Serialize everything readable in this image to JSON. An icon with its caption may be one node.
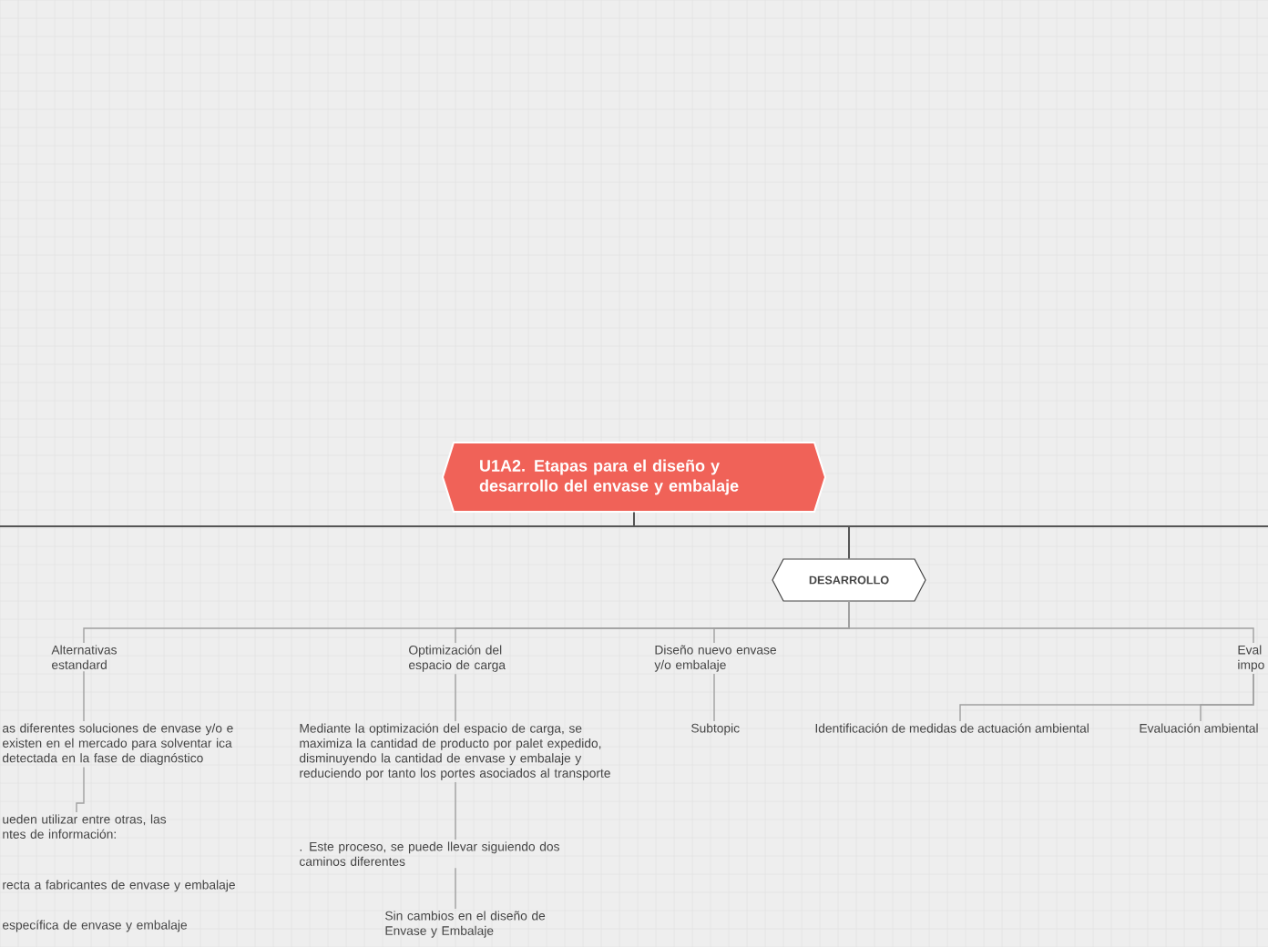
{
  "diagram": {
    "nodes": [
      {
        "text": [
          "U1A2. Etapas para el diseño y desarrollo del envase y embalaje"
        ]
      },
      {
        "text": [
          "DESARROLLO"
        ]
      },
      {
        "text": [
          "Alternativas estandard"
        ]
      },
      {
        "text": [
          "Optimización del espacio de carga"
        ]
      },
      {
        "text": [
          "Diseño nuevo envase y/o embalaje"
        ]
      },
      {
        "text": [
          "Eval impo"
        ]
      },
      {
        "text": [
          "as diferentes soluciones de envase y/o e existen en el mercado para solventar ica detectada en la fase de diagnóstico"
        ]
      },
      {
        "text": [
          "ueden utilizar entre otras, las ntes de información:"
        ]
      },
      {
        "text": [
          "recta a fabricantes de envase y embalaje"
        ]
      },
      {
        "text": [
          "específica de envase y embalaje"
        ]
      },
      {
        "text": [
          "Mediante la optimización del espacio de carga, se maximiza la cantidad de producto por palet expedido, disminuyendo la cantidad de envase y embalaje y reduciendo por tanto los portes asociados al transporte"
        ]
      },
      {
        "text": [
          ". Este proceso, se puede llevar siguiendo dos caminos diferentes"
        ]
      },
      {
        "text": [
          "Sin cambios en el diseño de Envase y Embalaje"
        ]
      },
      {
        "text": [
          "Subtopic"
        ]
      },
      {
        "text": [
          "Identificación de medidas de actuación ambiental"
        ]
      },
      {
        "text": [
          "Evaluación ambiental"
        ]
      }
    ],
    "edges": [
      {
        "from": 0,
        "to": 1,
        "arrow": "none",
        "color": "#555555"
      },
      {
        "from": 1,
        "to": 2,
        "arrow": "none"
      },
      {
        "from": 1,
        "to": 3,
        "arrow": "none"
      },
      {
        "from": 1,
        "to": 4,
        "arrow": "none"
      },
      {
        "from": 1,
        "to": 5,
        "arrow": "none"
      },
      {
        "from": 2,
        "to": 6,
        "arrow": "none"
      },
      {
        "from": 6,
        "to": 7,
        "arrow": "none"
      },
      {
        "from": 3,
        "to": 10,
        "arrow": "none"
      },
      {
        "from": 10,
        "to": 11,
        "arrow": "none"
      },
      {
        "from": 11,
        "to": 12,
        "arrow": "none"
      },
      {
        "from": 4,
        "to": 13,
        "arrow": "none"
      },
      {
        "from": 5,
        "to": 14,
        "arrow": "none"
      },
      {
        "from": 5,
        "to": 15,
        "arrow": "none"
      }
    ]
  }
}
